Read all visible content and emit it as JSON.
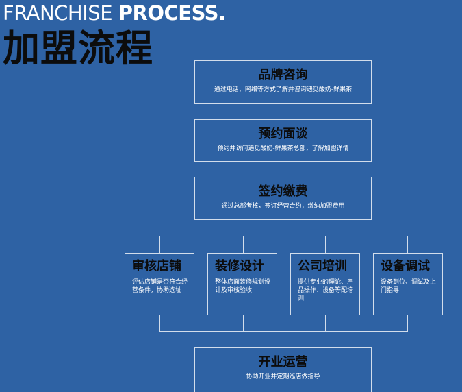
{
  "header": {
    "title_en_light": "FRANCHISE ",
    "title_en_bold": "PROCESS.",
    "title_cn": "加盟流程"
  },
  "steps": [
    {
      "name": "品牌咨询",
      "desc": "通过电话、网络等方式了解并咨询遇觅酸奶-鲜果茶"
    },
    {
      "name": "预约面谈",
      "desc": "预约并访问遇觅酸奶-鲜果茶总部，了解加盟详情"
    },
    {
      "name": "签约缴费",
      "desc": "通过总部考核，签订经营合约，缴纳加盟费用"
    }
  ],
  "branches": [
    {
      "name": "审核店铺",
      "desc": "评估店铺是否符合经营条件，协助选址"
    },
    {
      "name": "装修设计",
      "desc": "整体店面装修规划设计及审核验收"
    },
    {
      "name": "公司培训",
      "desc": "提供专业的理论、产品操作、设备等配培训"
    },
    {
      "name": "设备调试",
      "desc": "设备到位、调试及上门指导"
    }
  ],
  "final_step": {
    "name": "开业运营",
    "desc": "协助开业并定期巡店做指导"
  }
}
